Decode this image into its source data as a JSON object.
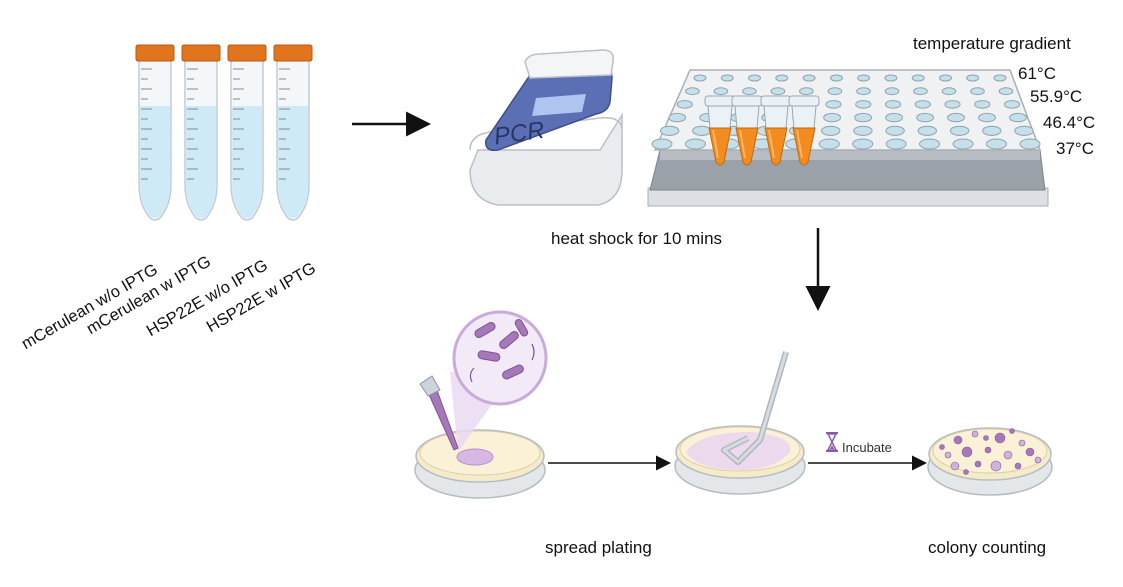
{
  "tubes": {
    "cap_color": "#E0751E",
    "liquid_color": "#CFEAF7",
    "labels": [
      "mCerulean w/o IPTG",
      "mCerulean w IPTG",
      "HSP22E w/o IPTG",
      "HSP22E w IPTG"
    ]
  },
  "pcr_machine": {
    "screen_text": "PCR",
    "body_color": "#5B6FB4"
  },
  "temperature": {
    "title": "temperature gradient",
    "values": [
      "61°C",
      "55.9°C",
      "46.4°C",
      "37°C"
    ]
  },
  "heat_shock_caption": "heat shock for 10 mins",
  "steps": {
    "incubate_label": "Incubate",
    "spread_caption": "spread plating",
    "colony_caption": "colony counting"
  },
  "colors": {
    "bacteria": "#A678B8",
    "agar": "#F6EBC7",
    "dish_rim": "#E4E7EA",
    "pcr_tube": "#F28C1E"
  }
}
